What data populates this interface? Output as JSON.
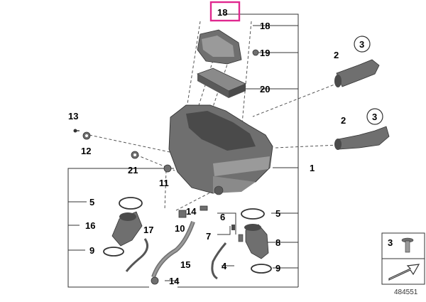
{
  "diagram": {
    "highlight_color": "#e0288f",
    "part_fill": "#6f6f6f",
    "part_fill_light": "#9a9a9a",
    "part_fill_dark": "#4a4a4a",
    "line_color": "#333333",
    "callouts": {
      "c18_top": "18",
      "c18": "18",
      "c19": "19",
      "c20": "20",
      "c2a": "2",
      "c3a": "3",
      "c2b": "2",
      "c3b": "3",
      "c13": "13",
      "c12": "12",
      "c21": "21",
      "c1": "1",
      "c11": "11",
      "c5a": "5",
      "c16": "16",
      "c17": "17",
      "c9a": "9",
      "c10": "10",
      "c14a": "14",
      "c6": "6",
      "c7": "7",
      "c5b": "5",
      "c8": "8",
      "c15": "15",
      "c4": "4",
      "c9b": "9",
      "c14b": "14"
    },
    "legend": {
      "number": "3",
      "icon": "bolt-icon",
      "icon2": "arrow-icon",
      "code": "484551"
    }
  }
}
